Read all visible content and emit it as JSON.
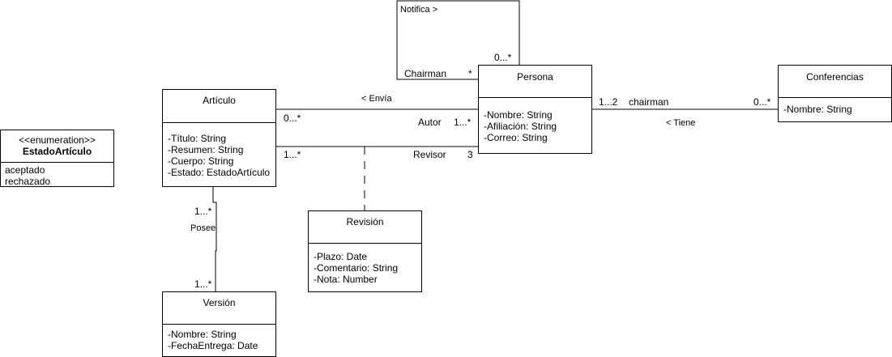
{
  "classes": {
    "enum": {
      "stereotype": "<<enumeration>>",
      "name": "EstadoArtículo",
      "values": [
        "aceptado",
        "rechazado"
      ]
    },
    "articulo": {
      "name": "Artículo",
      "attrs": [
        "-Título: String",
        "-Resumen: String",
        "-Cuerpo: String",
        "-Estado: EstadoArtículo"
      ]
    },
    "version": {
      "name": "Versión",
      "attrs": [
        "-Nombre: String",
        "-FechaEntrega: Date"
      ]
    },
    "revision": {
      "name": "Revisión",
      "attrs": [
        "-Plazo: Date",
        "-Comentario: String",
        "-Nota: Number"
      ]
    },
    "persona": {
      "name": "Persona",
      "attrs": [
        "-Nombre: String",
        "-Afiliación: String",
        "-Correo: String"
      ]
    },
    "conferencias": {
      "name": "Conferencias",
      "attrs": [
        "-Nombre: String"
      ]
    }
  },
  "labels": {
    "notifica": "Notifica >",
    "notifica_chairman": "Chairman",
    "notifica_star": "*",
    "notifica_mult": "0...*",
    "envia": "< Envía",
    "envia_art_mult": "0...*",
    "autor": "Autor",
    "autor_mult": "1...*",
    "revisor_art_mult": "1...*",
    "revisor": "Revisor",
    "revisor_mult": "3",
    "posee": "Posee",
    "posee_top": "1...*",
    "posee_bottom": "1...*",
    "chairman_mult": "1...2",
    "chairman": "chairman",
    "conf_mult": "0...*",
    "tiene": "< Tiene"
  }
}
